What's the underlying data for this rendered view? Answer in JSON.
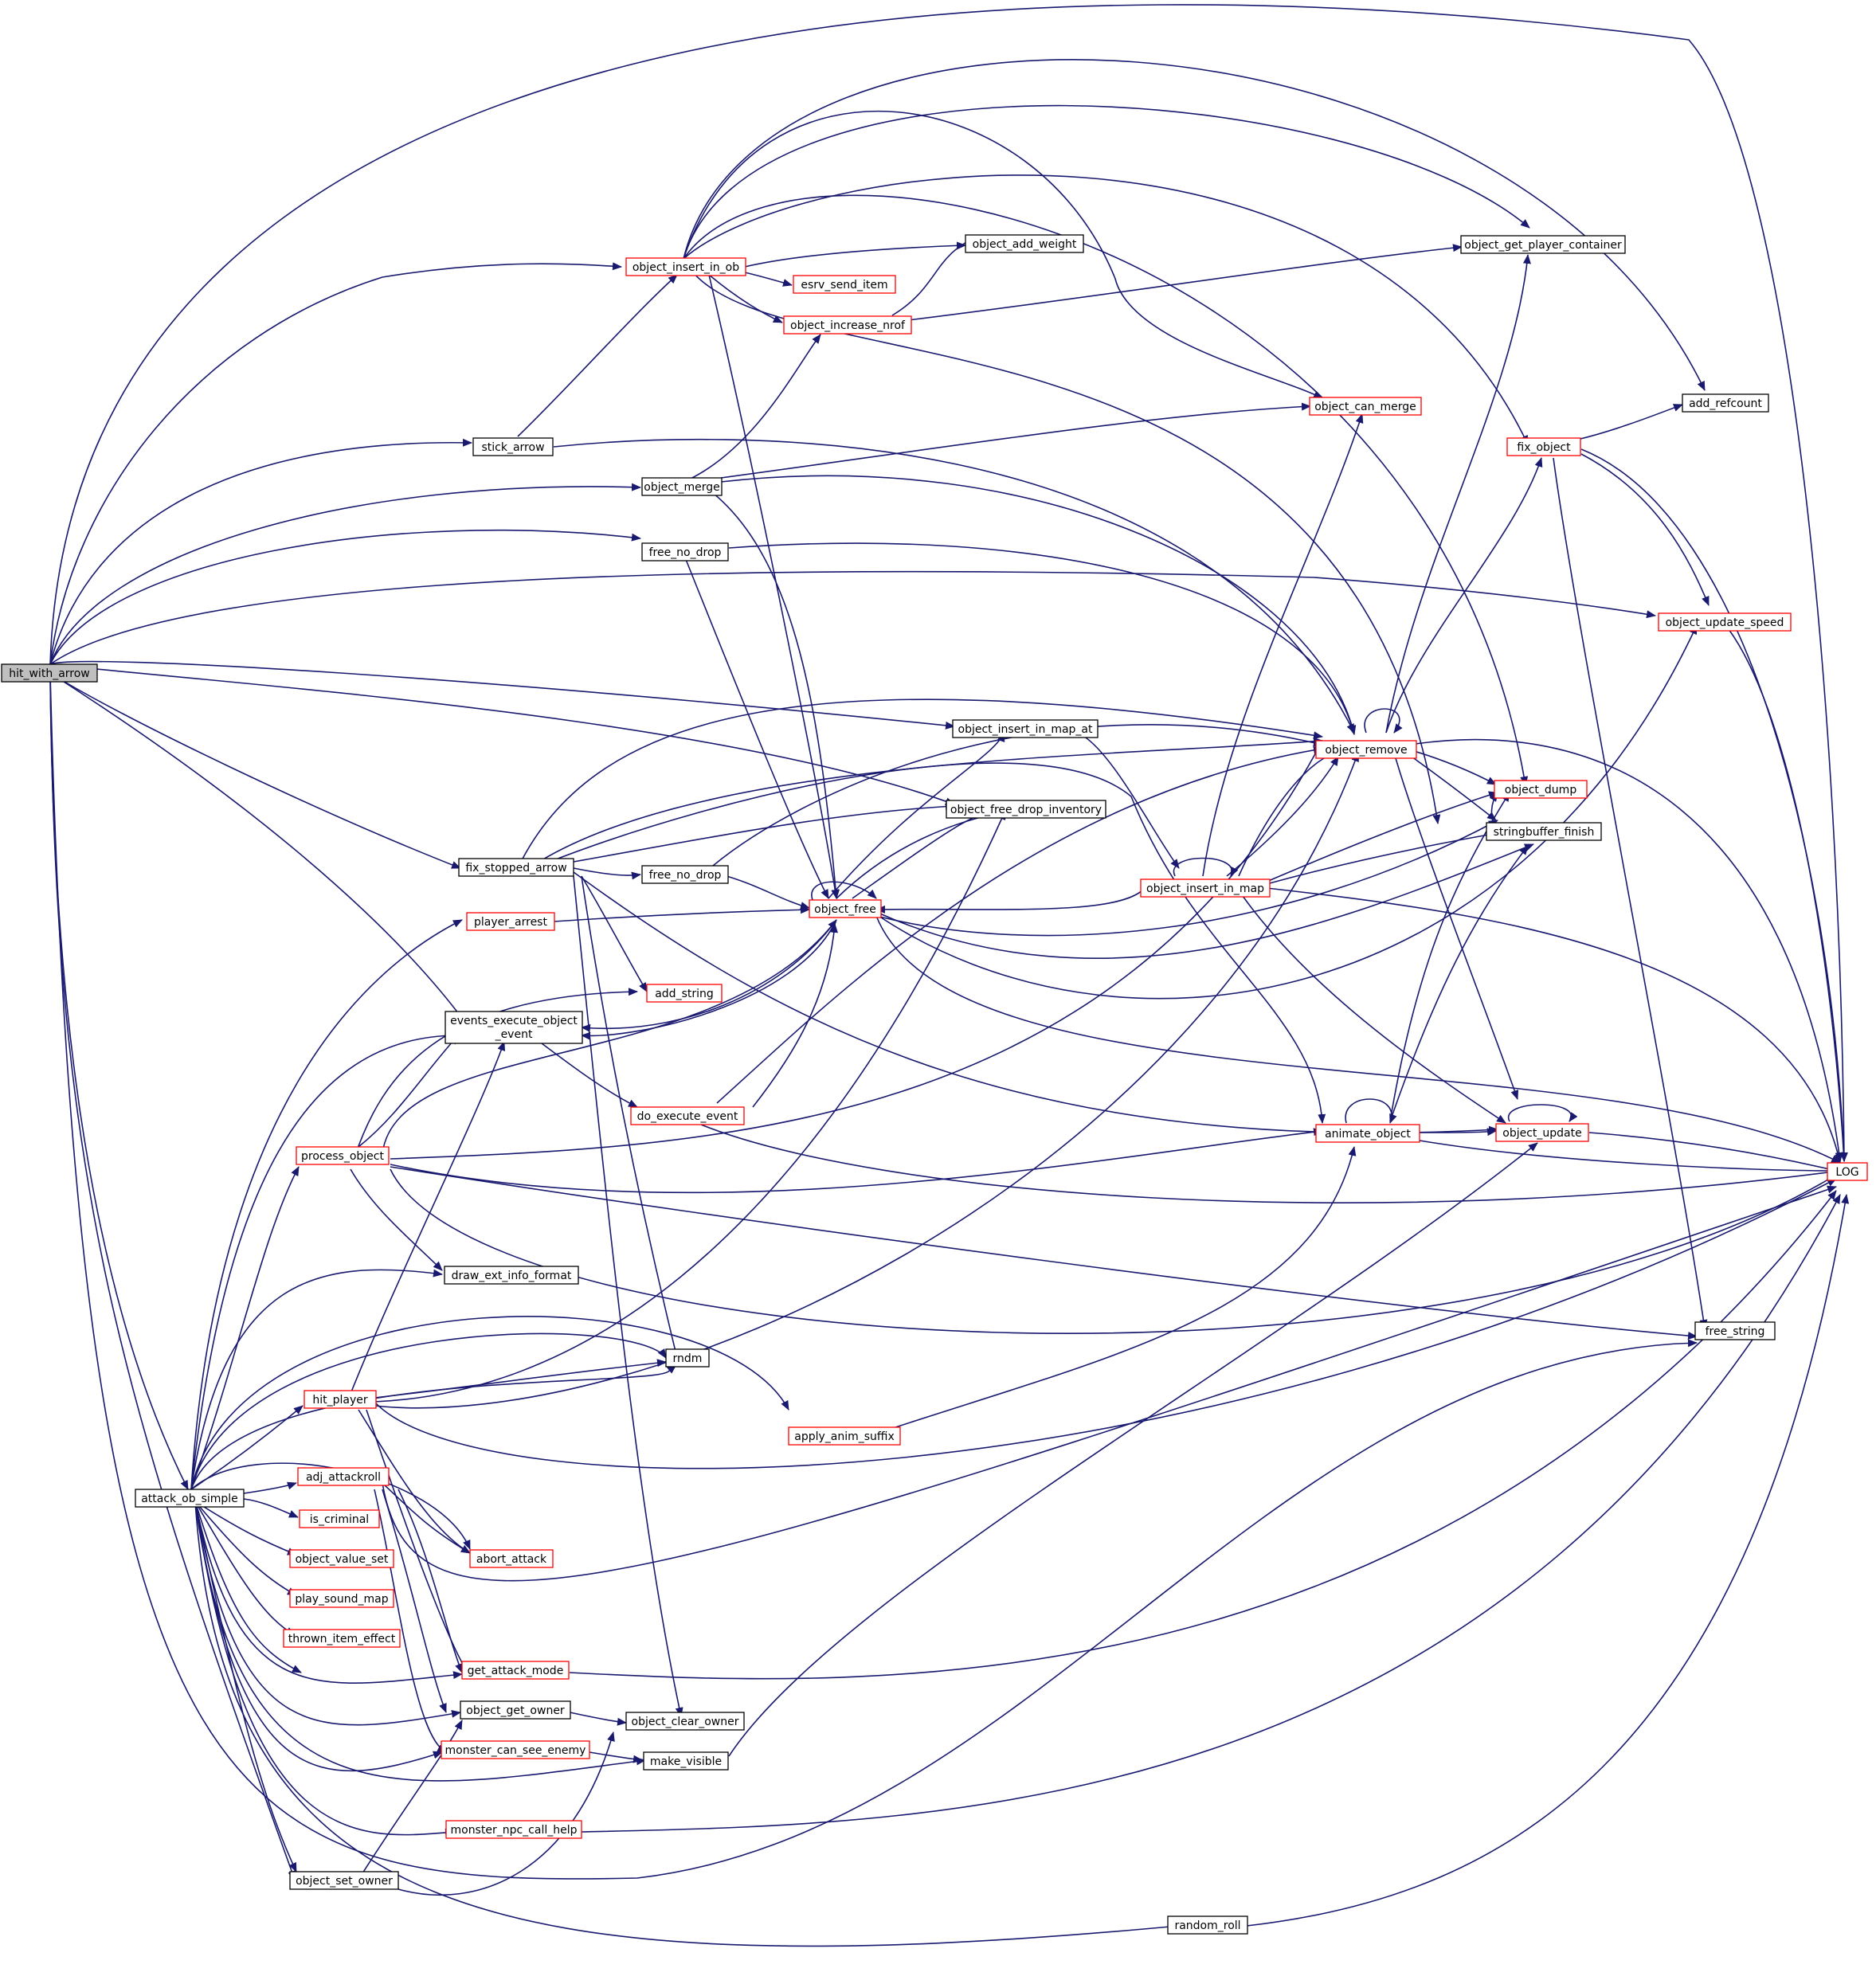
{
  "colors": {
    "edge": "#191970",
    "incomplete_border": "#ff0000",
    "complete_border": "#000000",
    "root_fill": "#bfbfbf"
  },
  "nodes": {
    "hit_with_arrow": "hit_with_arrow",
    "object_insert_in_ob": "object_insert_in_ob",
    "esrv_send_item": "esrv_send_item",
    "object_increase_nrof": "object_increase_nrof",
    "object_add_weight": "object_add_weight",
    "object_get_player_container": "object_get_player_container",
    "add_refcount": "add_refcount",
    "fix_object": "fix_object",
    "object_can_merge": "object_can_merge",
    "stick_arrow": "stick_arrow",
    "object_merge": "object_merge",
    "free_no_drop_1": "free_no_drop",
    "object_update_speed": "object_update_speed",
    "object_insert_in_map_at": "object_insert_in_map_at",
    "object_remove": "object_remove",
    "object_dump": "object_dump",
    "object_free_drop_inventory": "object_free_drop_inventory",
    "stringbuffer_finish": "stringbuffer_finish",
    "fix_stopped_arrow": "fix_stopped_arrow",
    "free_no_drop_2": "free_no_drop",
    "object_free": "object_free",
    "object_insert_in_map": "object_insert_in_map",
    "player_arrest": "player_arrest",
    "add_string": "add_string",
    "events_execute_object_event_1": "events_execute_object",
    "events_execute_object_event_2": "_event",
    "do_execute_event": "do_execute_event",
    "animate_object": "animate_object",
    "object_update": "object_update",
    "LOG": "LOG",
    "process_object": "process_object",
    "draw_ext_info_format": "draw_ext_info_format",
    "free_string": "free_string",
    "rndm": "rndm",
    "hit_player": "hit_player",
    "apply_anim_suffix": "apply_anim_suffix",
    "attack_ob_simple": "attack_ob_simple",
    "adj_attackroll": "adj_attackroll",
    "is_criminal": "is_criminal",
    "abort_attack": "abort_attack",
    "object_value_set": "object_value_set",
    "play_sound_map": "play_sound_map",
    "thrown_item_effect": "thrown_item_effect",
    "get_attack_mode": "get_attack_mode",
    "object_get_owner": "object_get_owner",
    "object_clear_owner": "object_clear_owner",
    "monster_can_see_enemy": "monster_can_see_enemy",
    "make_visible": "make_visible",
    "monster_npc_call_help": "monster_npc_call_help",
    "object_set_owner": "object_set_owner",
    "random_roll": "random_roll"
  }
}
